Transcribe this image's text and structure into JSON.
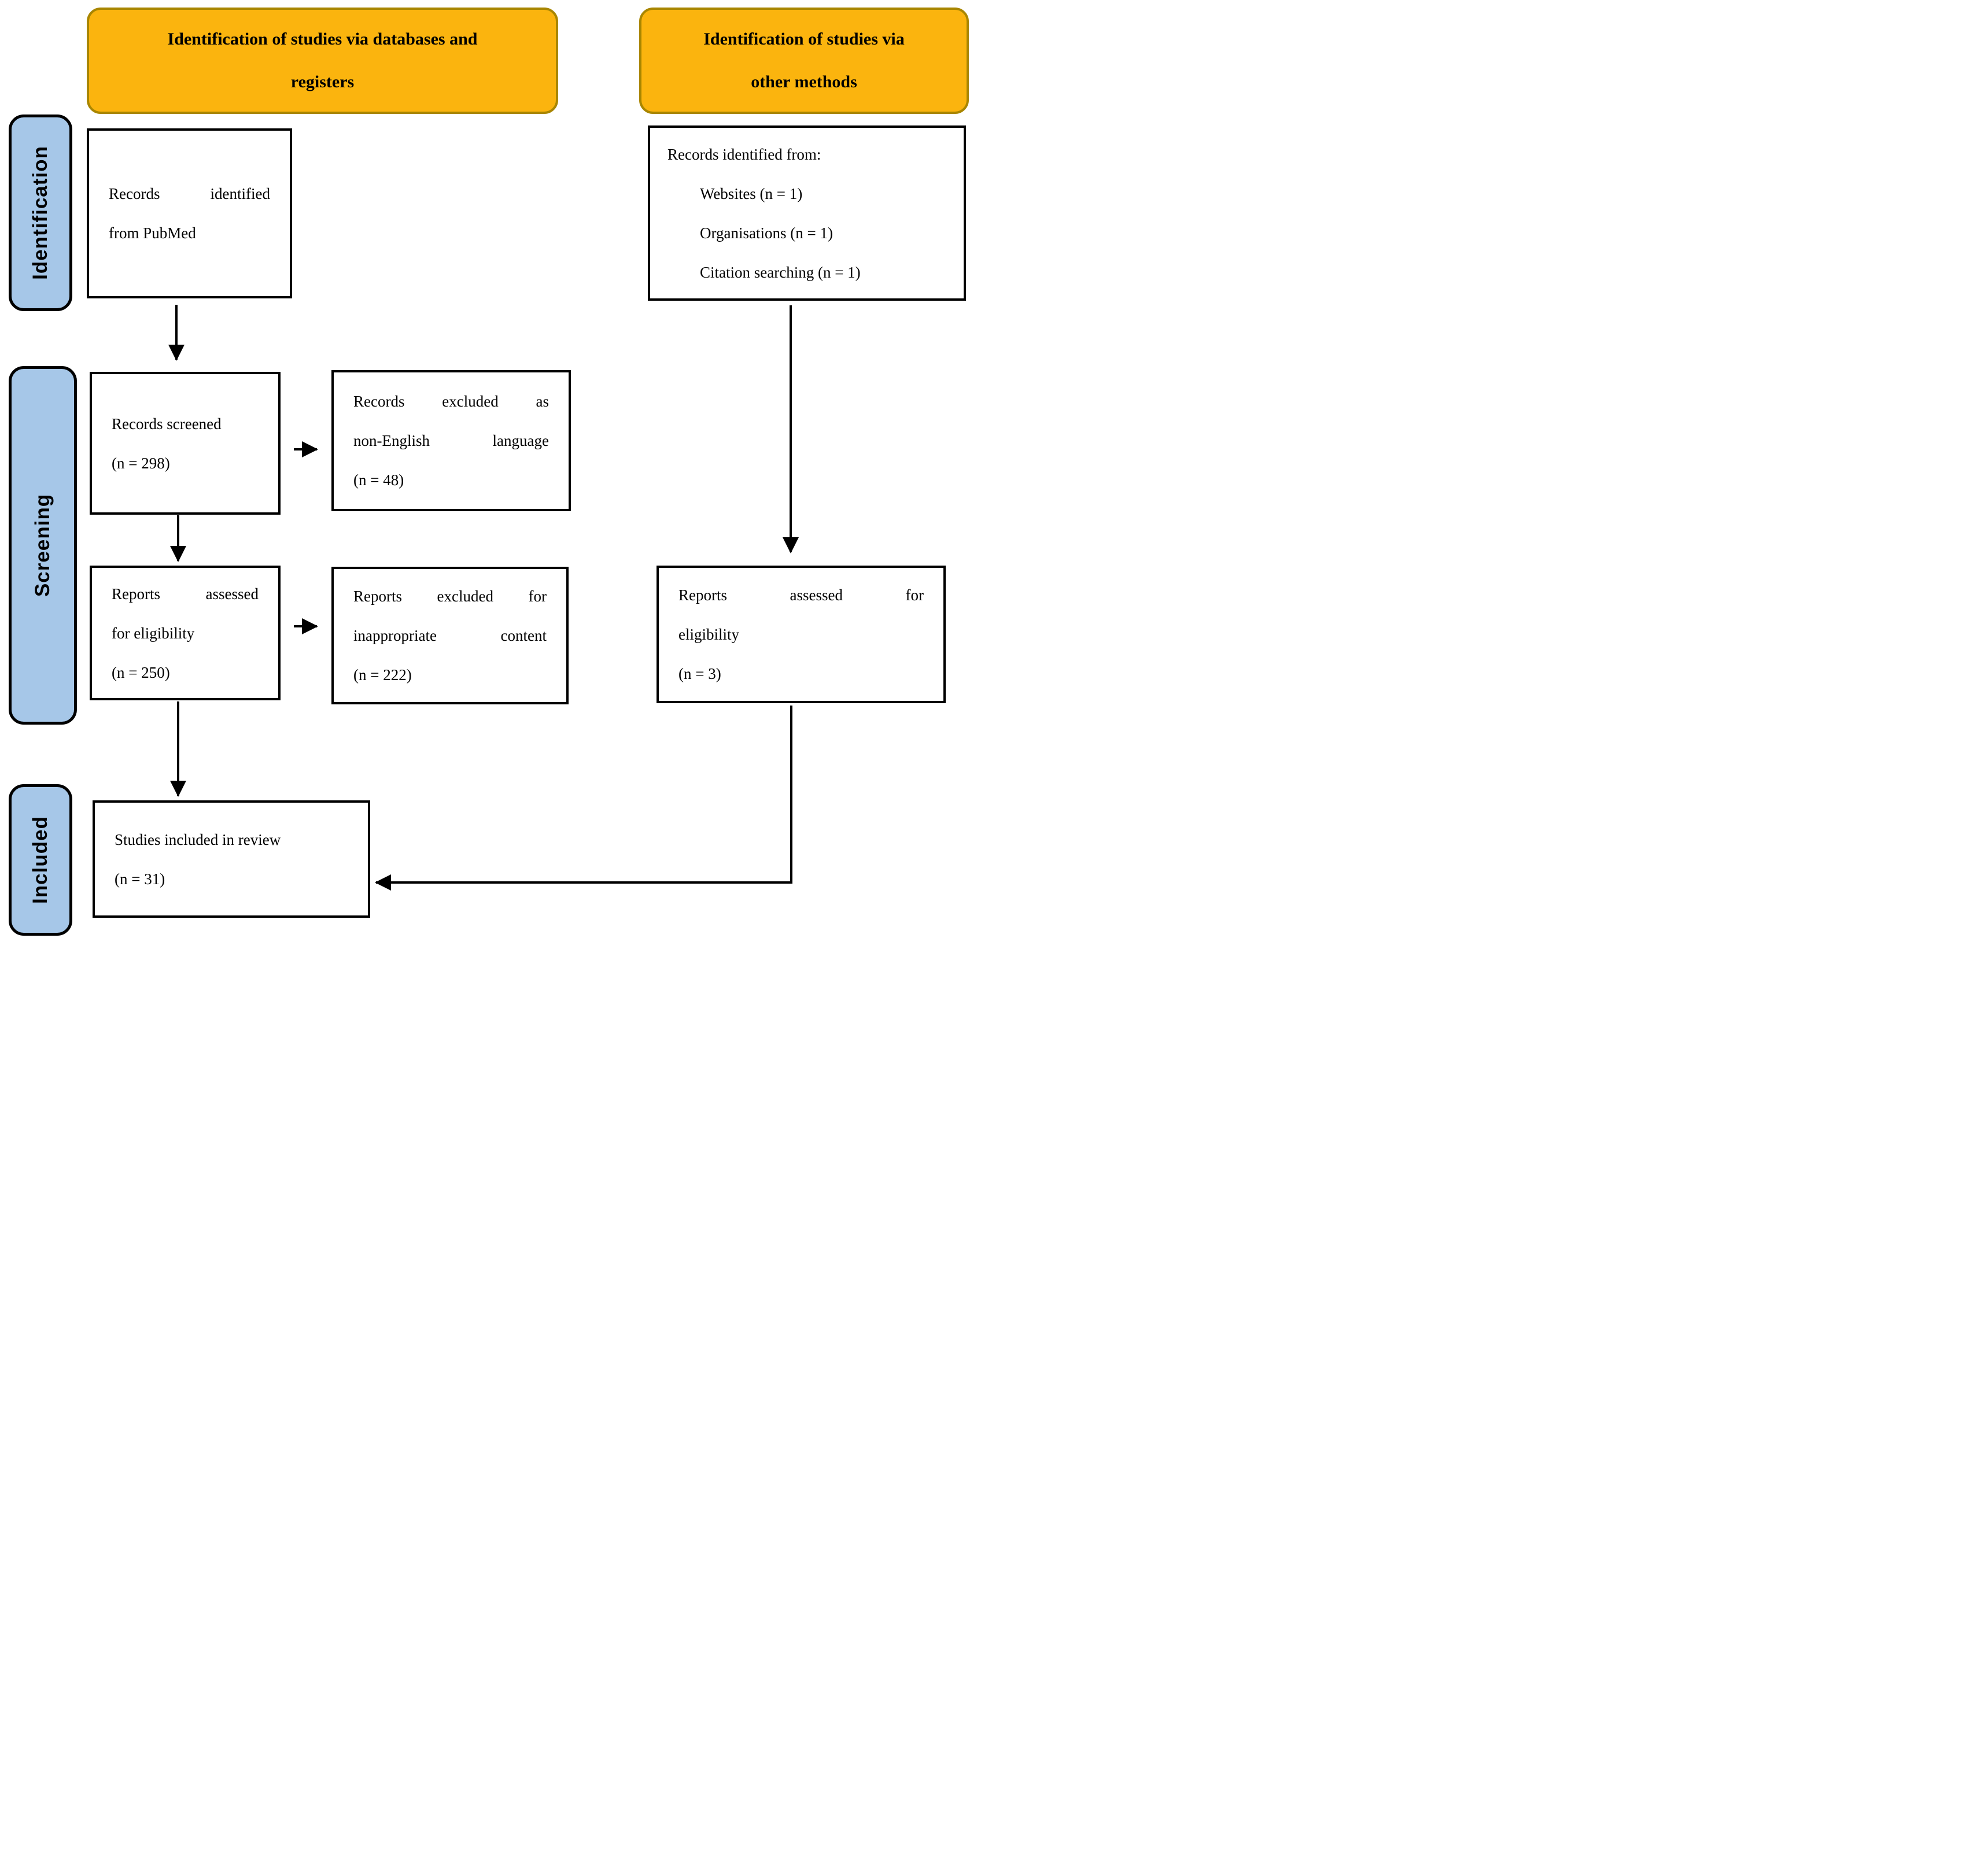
{
  "headers": {
    "databases": {
      "line1": "Identification of studies via databases and",
      "line2": "registers"
    },
    "other": {
      "line1": "Identification of studies via",
      "line2": "other methods"
    }
  },
  "stages": {
    "identification": "Identification",
    "screening": "Screening",
    "included": "Included"
  },
  "boxes": {
    "records_identified_pubmed": {
      "line1": "Records identified",
      "line2": "from PubMed"
    },
    "records_identified_other": {
      "title": "Records identified from:",
      "items": [
        "Websites (n = 1)",
        "Organisations (n = 1)",
        "Citation searching (n = 1)"
      ]
    },
    "records_screened": {
      "line1": "Records screened",
      "line2": "(n = 298)"
    },
    "records_excluded": {
      "line1": "Records excluded as",
      "line2": "non-English language",
      "line3": "(n = 48)"
    },
    "reports_assessed": {
      "line1": "Reports assessed",
      "line2": "for eligibility",
      "line3": "(n = 250)"
    },
    "reports_excluded": {
      "line1": "Reports excluded for",
      "line2": "inappropriate content",
      "line3": "(n = 222)"
    },
    "reports_assessed_other": {
      "line1": "Reports assessed for",
      "line2": "eligibility",
      "line3": "(n = 3)"
    },
    "studies_included": {
      "line1": "Studies included in review",
      "line2": "(n = 31)"
    }
  },
  "colors": {
    "header_fill": "#FBB40E",
    "header_border": "#A98600",
    "stage_fill": "#A6C7E8",
    "box_border": "#000000",
    "arrow_color": "#000000",
    "background": "#FFFFFF"
  }
}
